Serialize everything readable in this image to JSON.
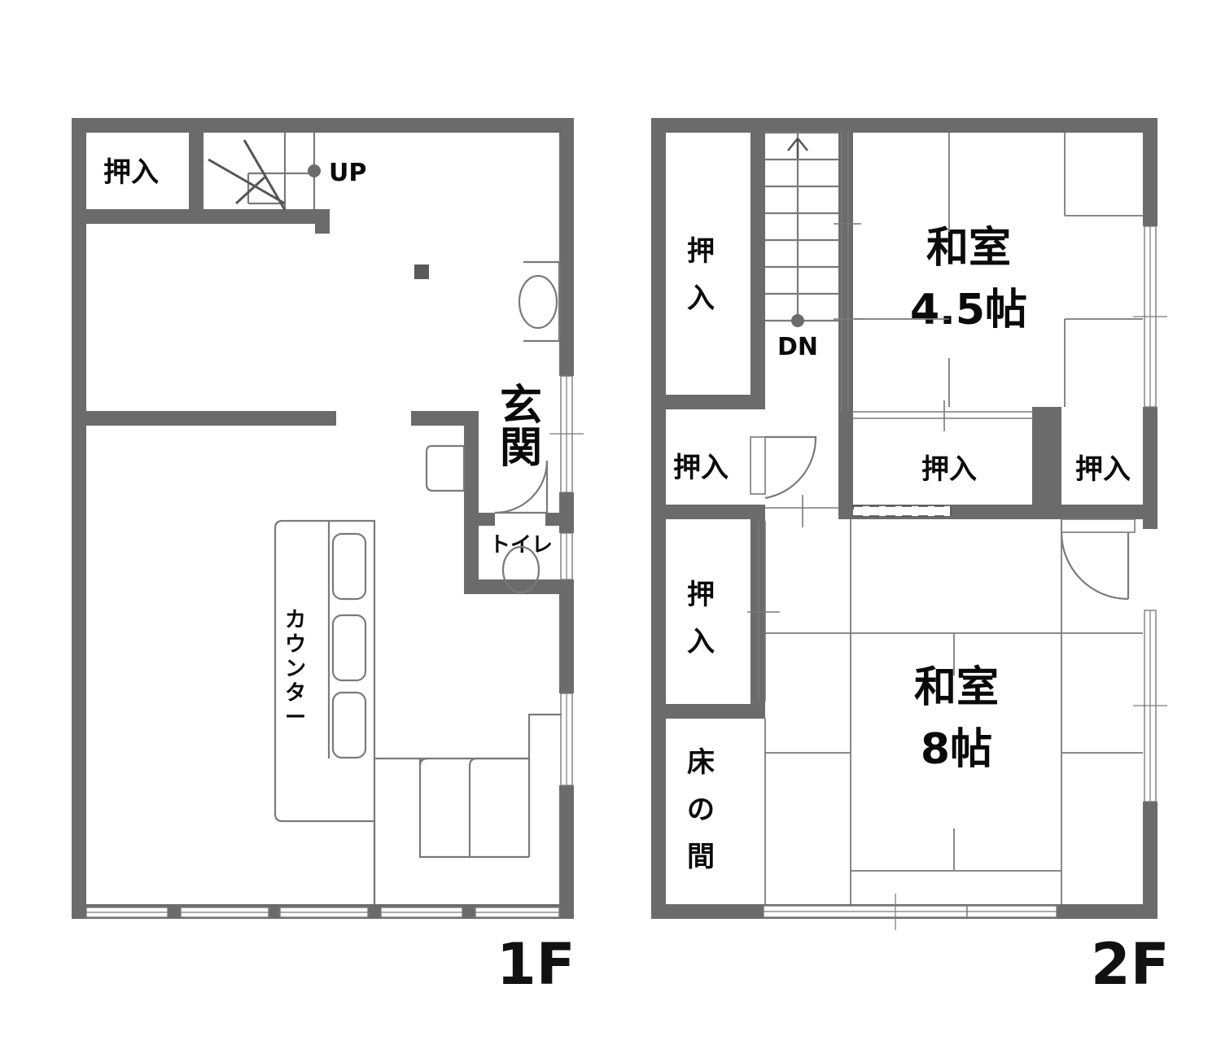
{
  "page": {
    "type": "floor-plan",
    "title": "2-story house floor plan (1F / 2F)",
    "wall_color": "#6b6b6b",
    "line_color": "#7a7a7a",
    "text_color": "#0a0a0a",
    "background": "#ffffff"
  },
  "floors": [
    {
      "id": "1f",
      "label": "1F",
      "rooms": [
        {
          "id": "closet-1f-top",
          "label": "押入",
          "orientation": "horizontal"
        },
        {
          "id": "stair-1f",
          "label": "UP",
          "kind": "stair-up"
        },
        {
          "id": "entrance",
          "label": "玄関",
          "orientation": "vertical"
        },
        {
          "id": "toilet",
          "label": "トイレ",
          "orientation": "horizontal"
        },
        {
          "id": "counter",
          "label": "カウンター",
          "orientation": "vertical"
        }
      ]
    },
    {
      "id": "2f",
      "label": "2F",
      "rooms": [
        {
          "id": "closet-2f-a",
          "label": "押入",
          "orientation": "vertical"
        },
        {
          "id": "stair-2f",
          "label": "DN",
          "kind": "stair-down"
        },
        {
          "id": "washitsu-45",
          "label": "和室",
          "size": "4.5帖"
        },
        {
          "id": "closet-2f-b",
          "label": "押入",
          "orientation": "horizontal"
        },
        {
          "id": "closet-2f-c",
          "label": "押入",
          "orientation": "horizontal"
        },
        {
          "id": "closet-2f-d",
          "label": "押入",
          "orientation": "horizontal"
        },
        {
          "id": "closet-2f-e",
          "label": "押入",
          "orientation": "vertical"
        },
        {
          "id": "tokonoma",
          "label": "床の間",
          "orientation": "vertical"
        },
        {
          "id": "washitsu-8",
          "label": "和室",
          "size": "8帖"
        }
      ]
    }
  ],
  "labels": {
    "oshiire": "押入",
    "up": "UP",
    "dn": "DN",
    "genkan": "玄関",
    "toilet": "トイレ",
    "counter": "カウンター",
    "washitsu": "和室",
    "size_45": "4.5帖",
    "size_8": "8帖",
    "tokonoma": "床の間",
    "floor1": "1F",
    "floor2": "2F"
  }
}
